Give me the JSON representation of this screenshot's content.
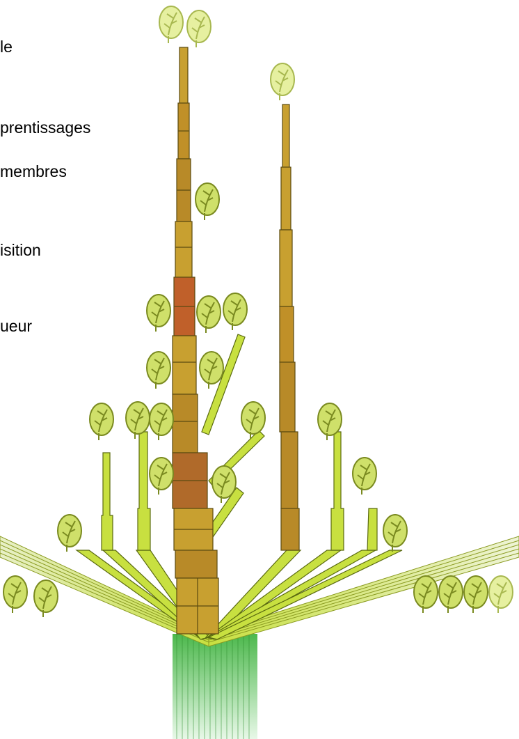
{
  "text_fragments": [
    "le",
    "prentissages",
    "membres",
    "isition",
    "ueur"
  ],
  "colors": {
    "leaf_fill": "#cfe06a",
    "leaf_pale": "#e6f0a0",
    "leaf_outline": "#7a8a20",
    "trunk_gold": "#c8a030",
    "trunk_brown": "#b06a2a",
    "trunk_orange": "#c0602a",
    "branch_green": "#c8e040",
    "root_green": "#6fcf6f",
    "background": "#ffffff"
  },
  "icons": [
    "tree-illustration",
    "leaf-icon"
  ]
}
